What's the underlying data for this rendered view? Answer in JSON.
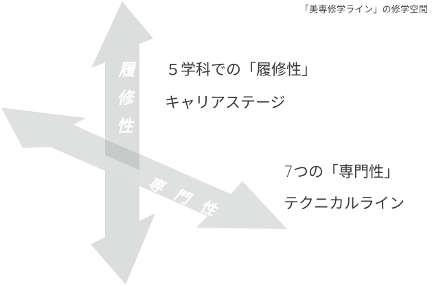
{
  "caption": "「美専修学ライン」の修学空間",
  "vertical_axis": {
    "label": "履修性",
    "chars": [
      "履",
      "修",
      "性"
    ],
    "description_line1": "５学科での「履修性」",
    "description_line2": "キャリアステージ"
  },
  "diagonal_axis": {
    "label": "専門性",
    "chars": [
      "専",
      "門",
      "性"
    ],
    "description_line1": "7つの「専門性」",
    "description_line2": "テクニカルライン"
  },
  "colors": {
    "arrow_fill": "#dcdddd",
    "overlap_fill": "#c8c9c9",
    "text": "#3a3a3a",
    "axis_text": "#ffffff"
  }
}
